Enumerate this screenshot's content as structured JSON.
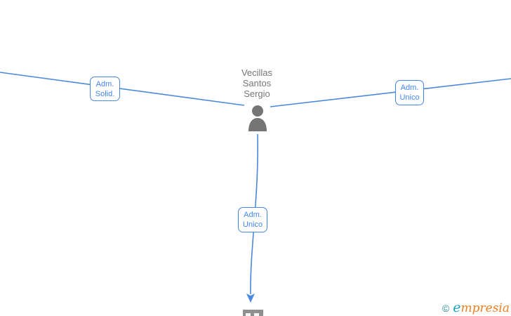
{
  "graph": {
    "center_node": {
      "name": "Vecillas\nSantos\nSergio",
      "icon": "person-icon"
    },
    "bottom_node": {
      "icon": "building-icon"
    },
    "edges": [
      {
        "id": "left",
        "label_line1": "Adm.",
        "label_line2": "Solid."
      },
      {
        "id": "right",
        "label_line1": "Adm.",
        "label_line2": "Unico"
      },
      {
        "id": "down",
        "label_line1": "Adm.",
        "label_line2": "Unico"
      }
    ]
  },
  "watermark": {
    "copyright_symbol": "©",
    "brand_initial": "e",
    "brand_rest": "mpresia"
  },
  "colors": {
    "edge": "#4a89dc",
    "label_text": "#4285f4",
    "node_text": "#757575",
    "icon": "#757575",
    "building": "#8f8f8f",
    "logo_teal": "#2e8f95",
    "logo_e": "#18a0c0",
    "logo_orange": "#f07f24"
  }
}
